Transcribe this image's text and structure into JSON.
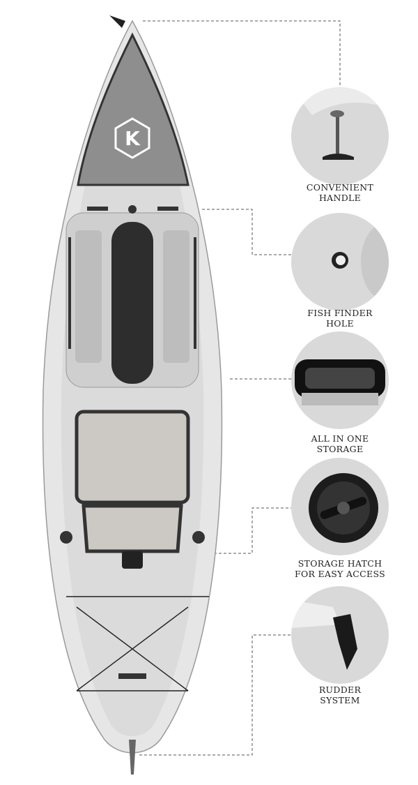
{
  "brand_logo": "K",
  "features": [
    {
      "line1": "CONVENIENT",
      "line2": "HANDLE",
      "icon": "handle-icon"
    },
    {
      "line1": "FISH FINDER",
      "line2": "HOLE",
      "icon": "fish-finder-hole-icon"
    },
    {
      "line1": "ALL IN ONE",
      "line2": "STORAGE",
      "icon": "storage-icon"
    },
    {
      "line1": "STORAGE HATCH",
      "line2": "FOR EASY ACCESS",
      "icon": "hatch-icon"
    },
    {
      "line1": "RUDDER",
      "line2": "SYSTEM",
      "icon": "rudder-icon"
    }
  ],
  "colors": {
    "hull": "#e4e4e4",
    "dark": "#2b2b2b",
    "circle": "#d9d9d9",
    "line": "#555555"
  }
}
